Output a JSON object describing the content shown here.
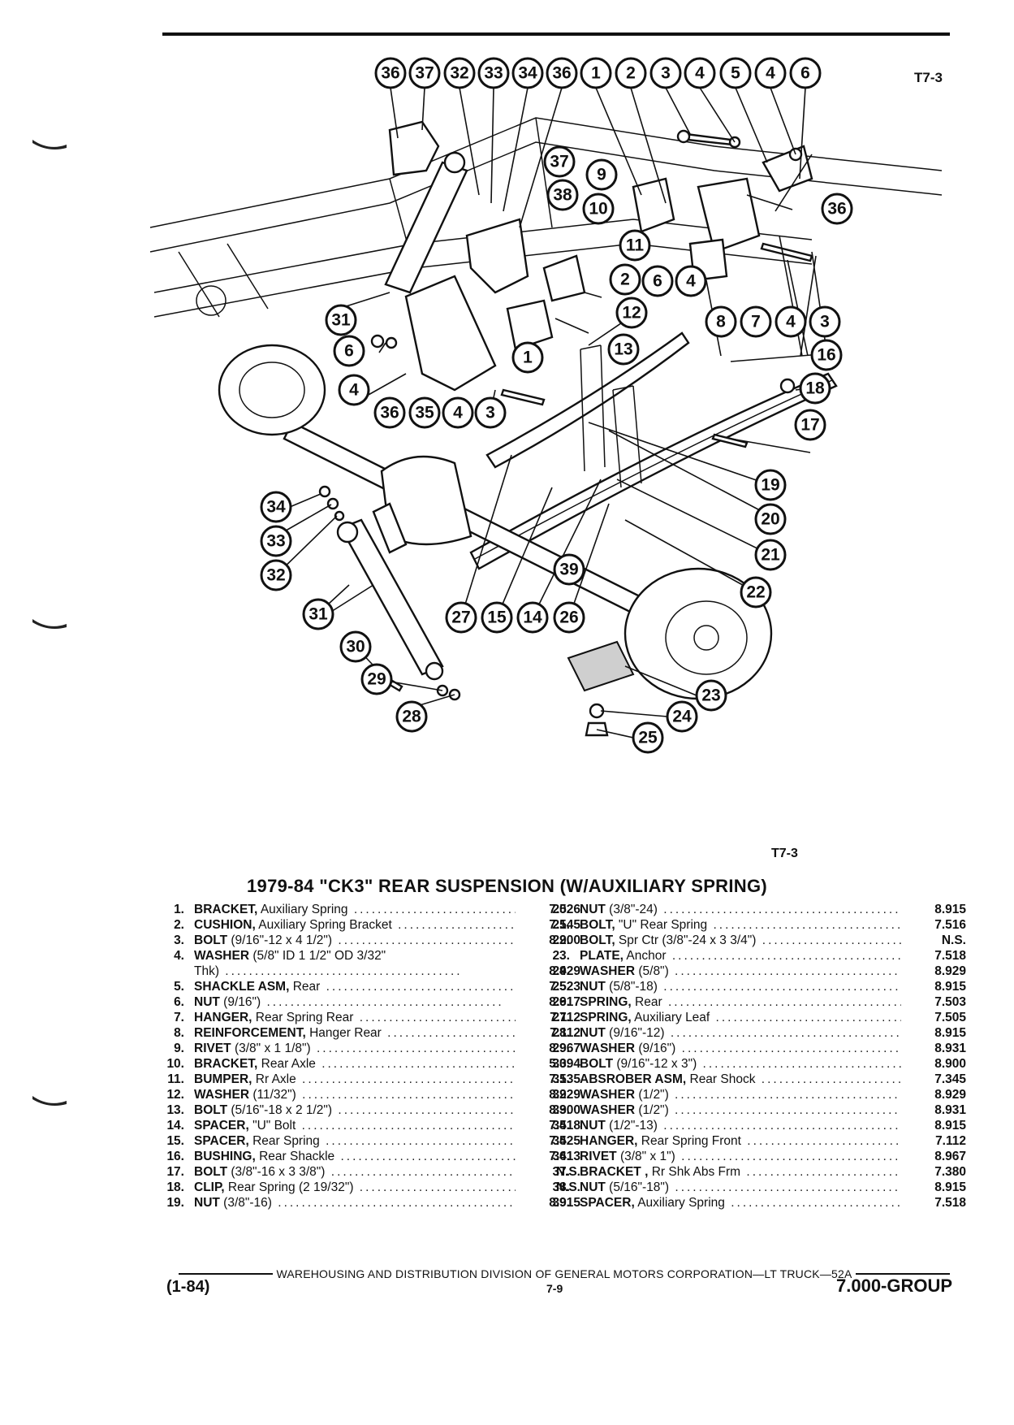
{
  "figure_code": "T7-3",
  "title": "1979-84 \"CK3\" REAR SUSPENSION (W/AUXILIARY SPRING)",
  "callouts": {
    "top_row": [
      "36",
      "37",
      "32",
      "33",
      "34",
      "36",
      "1",
      "2",
      "3",
      "4",
      "5",
      "4",
      "6"
    ],
    "c37b": "37",
    "c38": "38",
    "c9": "9",
    "c10": "10",
    "c36r": "36",
    "c11": "11",
    "c2m": "2",
    "c6m": "6",
    "c4m": "4",
    "c12": "12",
    "c8": "8",
    "c7": "7",
    "c4r": "4",
    "c3r": "3",
    "c31a": "31",
    "c6l": "6",
    "c13": "13",
    "c1m": "1",
    "c16": "16",
    "c4l": "4",
    "c36b": "36",
    "c35": "35",
    "c4b": "4",
    "c3b": "3",
    "c18": "18",
    "c17": "17",
    "c19": "19",
    "c34": "34",
    "c20": "20",
    "c33": "33",
    "c21": "21",
    "c32": "32",
    "c39": "39",
    "c22": "22",
    "c31b": "31",
    "c27": "27",
    "c15": "15",
    "c14": "14",
    "c26": "26",
    "c30": "30",
    "c29": "29",
    "c28": "28",
    "c23": "23",
    "c24": "24",
    "c25": "25"
  },
  "parts_left": [
    {
      "num": "1.",
      "name": "BRACKET,",
      "desc": " Auxiliary Spring",
      "code": "7.526"
    },
    {
      "num": "2.",
      "name": "CUSHION,",
      "desc": " Auxiliary Spring Bracket",
      "code": "7.545"
    },
    {
      "num": "3.",
      "name": "BOLT",
      "desc": " (9/16\"-12 x 4 1/2\")",
      "code": "8.900"
    },
    {
      "num": "4.",
      "name": "WASHER",
      "desc": " (5/8\" ID 1 1/2\" OD 3/32\"",
      "code": ""
    },
    {
      "num": "",
      "name": "",
      "desc": "Thk)",
      "code": "8.929"
    },
    {
      "num": "5.",
      "name": "SHACKLE ASM,",
      "desc": " Rear",
      "code": "7.523"
    },
    {
      "num": "6.",
      "name": "NUT",
      "desc": " (9/16\")",
      "code": "8.917"
    },
    {
      "num": "7.",
      "name": "HANGER,",
      "desc": " Rear Spring Rear",
      "code": "7.112"
    },
    {
      "num": "8.",
      "name": "REINFORCEMENT,",
      "desc": " Hanger Rear",
      "code": "7.112"
    },
    {
      "num": "9.",
      "name": "RIVET",
      "desc": " (3/8\" x 1 1/8\")",
      "code": "8.967"
    },
    {
      "num": "10.",
      "name": "BRACKET,",
      "desc": " Rear Axle",
      "code": "5.394"
    },
    {
      "num": "11.",
      "name": "BUMPER,",
      "desc": " Rr Axle",
      "code": "7.535"
    },
    {
      "num": "12.",
      "name": "WASHER",
      "desc": " (11/32\")",
      "code": "8.929"
    },
    {
      "num": "13.",
      "name": "BOLT",
      "desc": " (5/16\"-18 x 2 1/2\")",
      "code": "8.900"
    },
    {
      "num": "14.",
      "name": "SPACER,",
      "desc": " \"U\" Bolt",
      "code": "7.518"
    },
    {
      "num": "15.",
      "name": "SPACER,",
      "desc": " Rear Spring",
      "code": "7.425"
    },
    {
      "num": "16.",
      "name": "BUSHING,",
      "desc": " Rear Shackle",
      "code": "7.413"
    },
    {
      "num": "17.",
      "name": "BOLT",
      "desc": " (3/8\"-16 x 3 3/8\")",
      "code": "N.S."
    },
    {
      "num": "18.",
      "name": "CLIP,",
      "desc": " Rear Spring (2 19/32\")",
      "code": "N.S."
    },
    {
      "num": "19.",
      "name": "NUT",
      "desc": " (3/8\"-16)",
      "code": "8.915"
    }
  ],
  "parts_right": [
    {
      "num": "20.",
      "name": "NUT",
      "desc": " (3/8\"-24)",
      "code": "8.915"
    },
    {
      "num": "21.",
      "name": "BOLT,",
      "desc": " \"U\" Rear Spring",
      "code": "7.516"
    },
    {
      "num": "22.",
      "name": "BOLT,",
      "desc": " Spr Ctr (3/8\"-24 x 3 3/4\")",
      "code": "N.S."
    },
    {
      "num": "23.",
      "name": "PLATE,",
      "desc": " Anchor",
      "code": "7.518"
    },
    {
      "num": "24.",
      "name": "WASHER",
      "desc": " (5/8\")",
      "code": "8.929"
    },
    {
      "num": "25.",
      "name": "NUT",
      "desc": " (5/8\"-18)",
      "code": "8.915"
    },
    {
      "num": "26.",
      "name": "SPRING,",
      "desc": " Rear",
      "code": "7.503"
    },
    {
      "num": "27.",
      "name": "SPRING,",
      "desc": " Auxiliary Leaf",
      "code": "7.505"
    },
    {
      "num": "28.",
      "name": "NUT",
      "desc": " (9/16\"-12)",
      "code": "8.915"
    },
    {
      "num": "29.",
      "name": "WASHER",
      "desc": " (9/16\")",
      "code": "8.931"
    },
    {
      "num": "30.",
      "name": "BOLT",
      "desc": " (9/16\"-12 x 3\")",
      "code": "8.900"
    },
    {
      "num": "31.",
      "name": "ABSROBER ASM,",
      "desc": " Rear Shock",
      "code": "7.345"
    },
    {
      "num": "32.",
      "name": "WASHER",
      "desc": " (1/2\")",
      "code": "8.929"
    },
    {
      "num": "33.",
      "name": "WASHER",
      "desc": " (1/2\")",
      "code": "8.931"
    },
    {
      "num": "34.",
      "name": "NUT",
      "desc": " (1/2\"-13)",
      "code": "8.915"
    },
    {
      "num": "35.",
      "name": "HANGER,",
      "desc": " Rear Spring Front",
      "code": "7.112"
    },
    {
      "num": "36.",
      "name": "RIVET",
      "desc": " (3/8\" x 1\")",
      "code": "8.967"
    },
    {
      "num": "37.",
      "name": "BRACKET ,",
      "desc": " Rr Shk Abs Frm",
      "code": "7.380"
    },
    {
      "num": "38.",
      "name": "NUT",
      "desc": " (5/16\"-18\")",
      "code": "8.915"
    },
    {
      "num": "39.",
      "name": "SPACER,",
      "desc": " Auxiliary Spring",
      "code": "7.518"
    }
  ],
  "footer": {
    "center": "WAREHOUSING AND DISTRIBUTION  DIVISION OF GENERAL MOTORS CORPORATION—LT TRUCK—52A",
    "date": "(1-84)",
    "page": "7-9",
    "group": "7.000-GROUP"
  }
}
